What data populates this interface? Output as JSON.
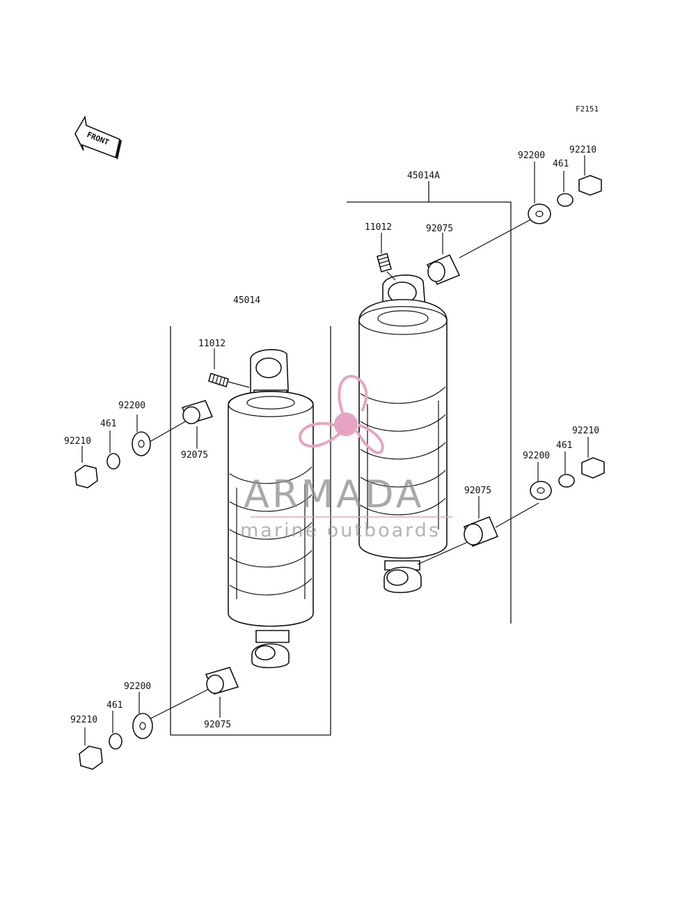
{
  "figure_code": "F2151",
  "front_arrow": {
    "label": "FRONT",
    "icon": "front-direction-arrow-icon"
  },
  "assemblies": {
    "left": {
      "number": "45014"
    },
    "right": {
      "number": "45014A"
    }
  },
  "labels": {
    "left_spring_pin": "11012",
    "left_upper_washer": "92200",
    "left_upper_spacer_461": "461",
    "left_upper_nut": "92210",
    "left_upper_collar": "92075",
    "left_lower_washer": "92200",
    "left_lower_spacer_461": "461",
    "left_lower_nut": "92210",
    "left_lower_collar": "92075",
    "right_spring_pin": "11012",
    "right_upper_collar": "92075",
    "right_upper_washer": "92200",
    "right_upper_spacer_461": "461",
    "right_upper_nut": "92210",
    "right_lower_collar": "92075",
    "right_lower_washer": "92200",
    "right_lower_spacer_461": "461",
    "right_lower_nut": "92210"
  },
  "watermark": {
    "brand": "ARMADA",
    "tagline": "marine outboards",
    "logo_icon": "propeller-logo-icon",
    "color": "#e8a3c2",
    "text_color": "#8c8c8c"
  }
}
